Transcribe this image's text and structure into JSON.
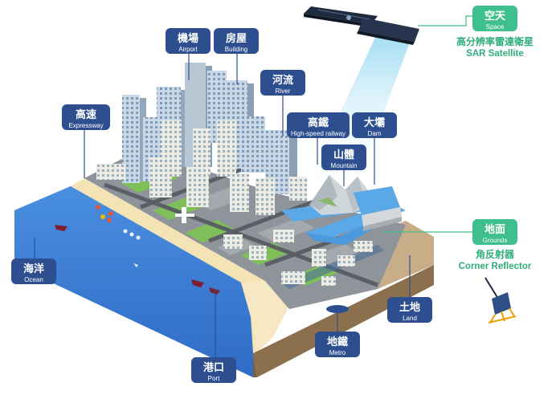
{
  "labels": {
    "space": {
      "zh": "空天",
      "en": "Space"
    },
    "satellite": {
      "zh": "高分辨率雷達衛星",
      "en": "SAR Satellite"
    },
    "airport": {
      "zh": "機場",
      "en": "Airport"
    },
    "building": {
      "zh": "房屋",
      "en": "Building"
    },
    "river": {
      "zh": "河流",
      "en": "River"
    },
    "expressway": {
      "zh": "高速",
      "en": "Expressway"
    },
    "railway": {
      "zh": "高鐵",
      "en": "High-speed railway"
    },
    "dam": {
      "zh": "大壩",
      "en": "Dam"
    },
    "mountain": {
      "zh": "山體",
      "en": "Mountain"
    },
    "grounds": {
      "zh": "地面",
      "en": "Grounds"
    },
    "reflector": {
      "zh": "角反射器",
      "en": "Corner Reflector"
    },
    "ocean": {
      "zh": "海洋",
      "en": "Ocean"
    },
    "land": {
      "zh": "土地",
      "en": "Land"
    },
    "metro": {
      "zh": "地鐵",
      "en": "Metro"
    },
    "port": {
      "zh": "港口",
      "en": "Port"
    }
  },
  "colors": {
    "label_blue": "#2e4f8f",
    "label_green": "#3fbf8c",
    "ocean": "#3a7fd5",
    "beach": "#f4e3b4",
    "soil": "#b9a079",
    "leader_blue": "#2e4f8f",
    "beam": "#8fd6f0"
  },
  "icons": [
    "satellite-icon",
    "corner-reflector-icon"
  ]
}
